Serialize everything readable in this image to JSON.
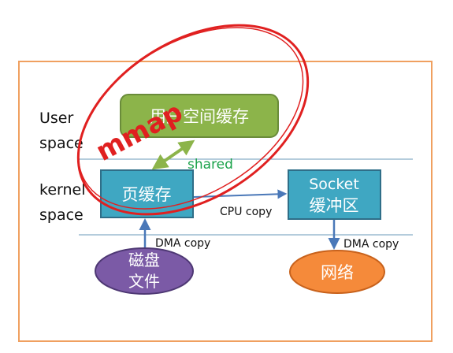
{
  "labels": {
    "user_space_line1": "User",
    "user_space_line2": "space",
    "kernel_space_line1": "kernel",
    "kernel_space_line2": "space",
    "mmap": "mmap",
    "shared": "shared",
    "cpu_copy": "CPU copy",
    "dma_copy_left": "DMA copy",
    "dma_copy_right": "DMA copy"
  },
  "nodes": {
    "user_buffer": "用户空间缓存",
    "page_cache": "页缓存",
    "socket_buffer_line1": "Socket",
    "socket_buffer_line2": "缓冲区",
    "disk_file_line1": "磁盘",
    "disk_file_line2": "文件",
    "network": "网络"
  },
  "colors": {
    "frame_border": "#f0a060",
    "divider": "#6a9ab8",
    "user_buffer_fill": "#8cb44a",
    "user_buffer_stroke": "#6a8c3a",
    "cache_fill": "#3fa7c2",
    "cache_stroke": "#2f6e88",
    "disk_fill": "#7b5aa6",
    "disk_stroke": "#4e3874",
    "network_fill": "#f58a3a",
    "network_stroke": "#c8621c",
    "arrow": "#4a78b8",
    "shared_arrow": "#8cb44a",
    "shared_text": "#1aa24a",
    "mmap_red": "#e02020",
    "text_dark": "#111111",
    "text_white": "#ffffff"
  }
}
